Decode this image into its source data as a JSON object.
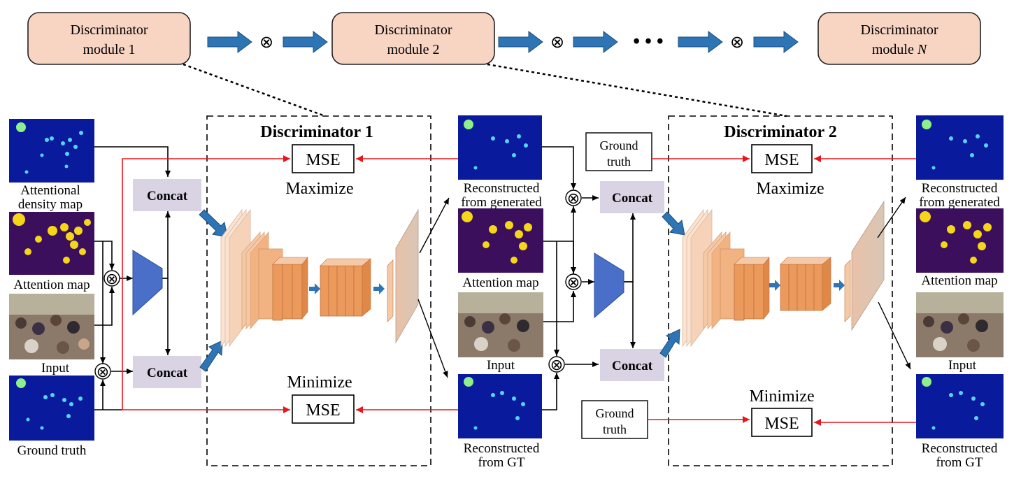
{
  "modules": [
    {
      "line1": "Discriminator",
      "line2": "module 1",
      "line2_italic": ""
    },
    {
      "line1": "Discriminator",
      "line2": "module 2",
      "line2_italic": ""
    },
    {
      "line1": "Discriminator",
      "line2": "module ",
      "line2_italic": "N"
    }
  ],
  "ellipsis": "• • •",
  "otimes": "⊗",
  "d1": {
    "title": "Discriminator 1",
    "maximize": "Maximize",
    "minimize": "Minimize",
    "mse": "MSE",
    "concat": "Concat"
  },
  "d2": {
    "title": "Discriminator 2",
    "maximize": "Maximize",
    "minimize": "Minimize",
    "mse": "MSE",
    "concat": "Concat",
    "ground_truth_l1": "Ground",
    "ground_truth_l2": "truth"
  },
  "left_captions": {
    "attentional_l1": "Attentional",
    "attentional_l2": "density map",
    "attention_map": "Attention map",
    "input": "Input",
    "ground_truth": "Ground truth"
  },
  "middle_captions": {
    "rec_gen_l1": "Reconstructed",
    "rec_gen_l2": "from generated",
    "attention_map": "Attention map",
    "input": "Input",
    "rec_gt_l1": "Reconstructed",
    "rec_gt_l2": "from GT"
  },
  "right_captions": {
    "rec_gen_l1": "Reconstructed",
    "rec_gen_l2": "from generated",
    "attention_map": "Attention map",
    "input": "Input",
    "rec_gt_l1": "Reconstructed",
    "rec_gt_l2": "from GT"
  },
  "colors": {
    "module_fill": "#f8d5c3",
    "concat_fill": "#d9d3e3",
    "encoder_fill": "#4a6fc9",
    "block_arrow": "#2e75b6",
    "red_line": "#e8161b",
    "heat_bg": "#0a1a9c",
    "att_bg": "#3b0f5c",
    "att_dot": "#f5d619",
    "layer_light": "#f6d2b8",
    "layer_mid": "#f2b383",
    "layer_dark": "#ec9a5c"
  }
}
